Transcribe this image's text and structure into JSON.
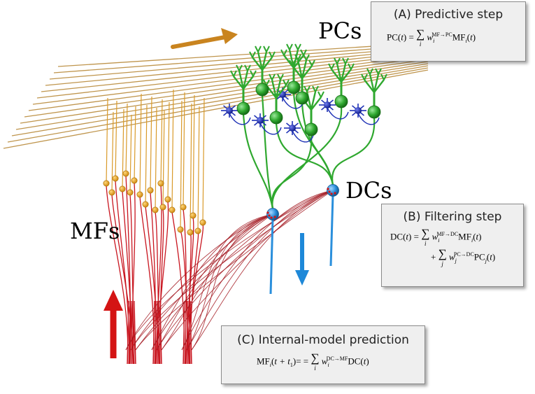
{
  "labels": {
    "pcs": "PCs",
    "dcs": "DCs",
    "mfs": "MFs"
  },
  "box_a": {
    "title": "(A) Predictive step",
    "lhs": "PC",
    "var_t": "t",
    "weight_sup": "MF→PC",
    "index_i": "i",
    "term": "MF"
  },
  "box_b": {
    "title": "(B) Filtering step",
    "lhs": "DC",
    "var_t": "t",
    "weight1_sup": "MF→DC",
    "index_i": "i",
    "term1": "MF",
    "weight2_sup": "PC→DC",
    "index_j": "j",
    "term2": "PC",
    "plus": "+"
  },
  "box_c": {
    "title": "(C) Internal-model prediction",
    "lhs": "MF",
    "index_i": "i",
    "arg": "t + t",
    "arg_sub": "1",
    "eq": "= =",
    "weight_sup": "DC→MF",
    "term": "DC",
    "var_t": "t"
  },
  "colors": {
    "parallel_fiber": "#b8893a",
    "mossy_fiber": "#c8141e",
    "granule_cell": "#e8a21a",
    "purkinje_cell": "#2fa82f",
    "basket_cell": "#1c2fb5",
    "deep_nucleus": "#2a8fdc",
    "arrow_orange": "#c9841f",
    "arrow_red": "#d41414",
    "arrow_blue": "#1e88d8"
  }
}
